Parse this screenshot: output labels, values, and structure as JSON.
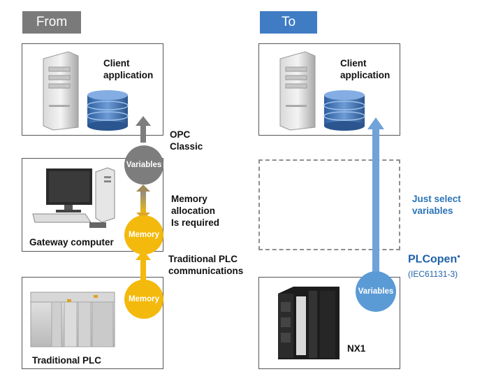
{
  "from_header": "From",
  "to_header": "To",
  "left": {
    "client_label": "Client\napplication",
    "gateway_label": "Gateway computer",
    "plc_label": "Traditional PLC",
    "variables_circle": "Variables",
    "memory_top_circle": "Memory",
    "memory_bottom_circle": "Memory",
    "opc_label": "OPC\nClassic",
    "memory_alloc_label": "Memory\nallocation\nIs required",
    "plc_comm_label": "Traditional PLC\ncommunications"
  },
  "right": {
    "client_label": "Client\napplication",
    "nx1_label": "NX1",
    "variables_circle": "Variables",
    "select_label": "Just select\nvariables",
    "plcopen_label": "PLCopen",
    "iec_label": "(IEC61131-3)"
  },
  "colors": {
    "from_header": "#7a7a7a",
    "to_header": "#3f7cc4",
    "memory": "#f3b90c",
    "variables_gray": "#7d7d7d",
    "variables_blue": "#5b9bd5",
    "blue_text": "#2a73b8"
  }
}
